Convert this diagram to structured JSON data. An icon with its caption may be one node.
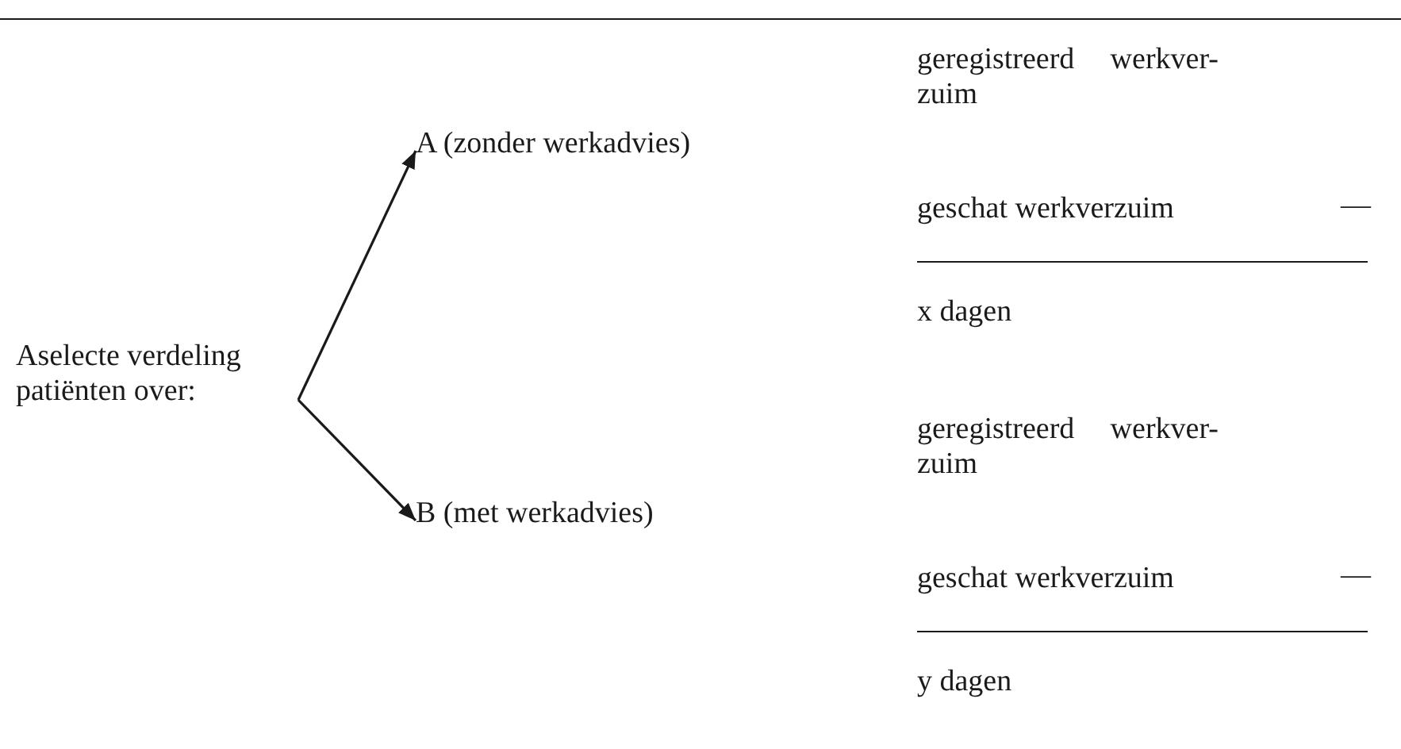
{
  "diagram": {
    "nodes": [
      {
        "text": [
          "Aselecte verdeling patiënten over:"
        ]
      },
      {
        "text": [
          "A (zonder werkadvies)"
        ]
      },
      {
        "text": [
          "B (met werkadvies)"
        ]
      }
    ],
    "edges": [
      {
        "from": 0,
        "to": 1,
        "arrow": "to"
      },
      {
        "from": 0,
        "to": 2,
        "arrow": "to"
      }
    ],
    "labels": [
      "geregistreerd werkver- zuim",
      "geschat werkverzuim",
      "—",
      "x dagen",
      "geregistreerd werkver- zuim",
      "geschat werkverzuim",
      "—",
      "y dagen"
    ]
  }
}
